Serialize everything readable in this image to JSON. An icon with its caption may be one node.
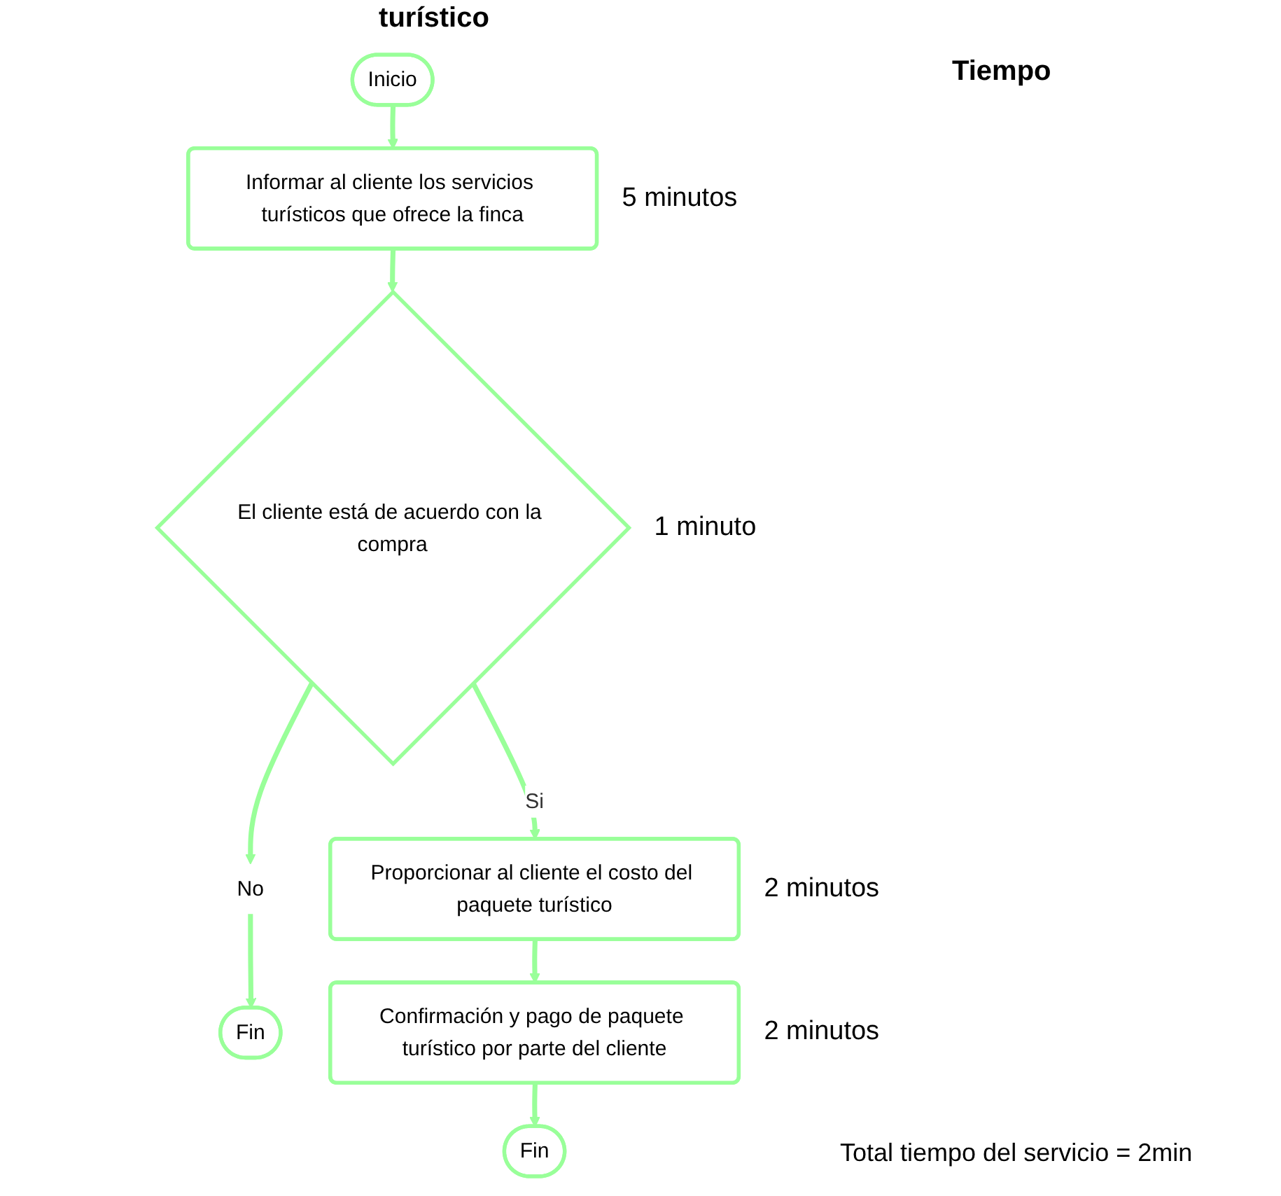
{
  "diagram": {
    "title": "turístico",
    "nodes": [
      {
        "text": [
          "Inicio"
        ]
      },
      {
        "text": [
          "Informar al cliente los servicios turísticos que ofrece la finca"
        ],
        "beside": [
          "5 minutos"
        ]
      },
      {
        "text": [
          "El cliente está de acuerdo con la compra"
        ],
        "beside": [
          "1 minuto"
        ]
      },
      {
        "text": [
          "No"
        ]
      },
      {
        "text": [
          "Fin"
        ]
      },
      {
        "text": [
          "Proporcionar al cliente el costo del paquete turístico"
        ],
        "beside": [
          "2 minutos"
        ]
      },
      {
        "text": [
          "Confirmación y pago de paquete turístico por parte del cliente"
        ],
        "beside": [
          "2 minutos"
        ]
      },
      {
        "text": [
          "Fin"
        ]
      }
    ],
    "edges": [
      {
        "from": 0,
        "to": 1,
        "arrow": "to"
      },
      {
        "from": 1,
        "to": 2,
        "arrow": "to"
      },
      {
        "from": 2,
        "to": 3,
        "arrow": "to"
      },
      {
        "from": 3,
        "to": 4,
        "arrow": "to"
      },
      {
        "from": 2,
        "to": 5,
        "label": "Si",
        "arrow": "to"
      },
      {
        "from": 5,
        "to": 6,
        "arrow": "to"
      },
      {
        "from": 6,
        "to": 7,
        "arrow": "to"
      }
    ],
    "labels": [
      "Tiempo",
      "Total tiempo del servicio = 2min"
    ]
  }
}
